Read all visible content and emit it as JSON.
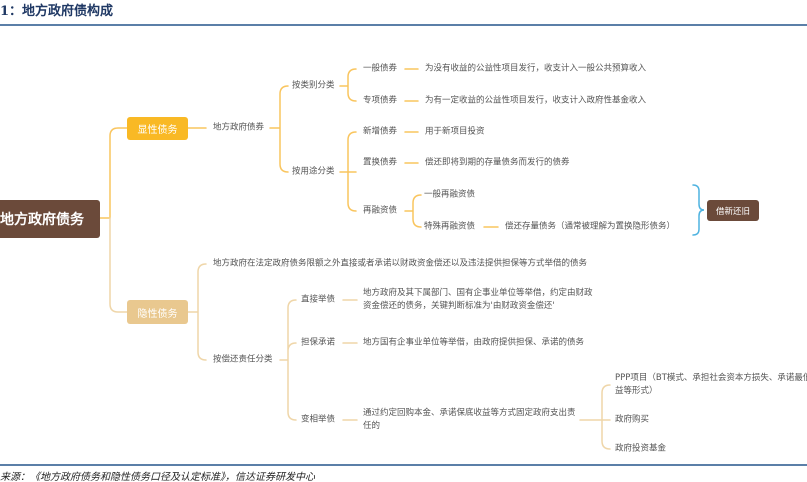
{
  "title": "1：地方政府债构成",
  "source": "来源：《地方政府债务和隐性债务口径及认定标准》，信达证券研发中心",
  "colors": {
    "root": "#6b4a3a",
    "explicit": "#f9b925",
    "implicit": "#e9c88f",
    "line_explicit": "#f9c55e",
    "line_implicit": "#efd6a9",
    "bracket_blue": "#4fb3e0"
  },
  "root": "地方政府债务",
  "explicit": {
    "label": "显性债务",
    "bond": "地方政府债券",
    "by_category": {
      "label": "按类别分类",
      "items": [
        {
          "label": "一般债券",
          "desc": "为没有收益的公益性项目发行，收支计入一般公共预算收入"
        },
        {
          "label": "专项债券",
          "desc": "为有一定收益的公益性项目发行，收支计入政府性基金收入"
        }
      ]
    },
    "by_use": {
      "label": "按用途分类",
      "items": [
        {
          "label": "新增债券",
          "desc": "用于新项目投资"
        },
        {
          "label": "置换债券",
          "desc": "偿还即将到期的存量债务而发行的债券"
        },
        {
          "label": "再融资债",
          "sub": [
            {
              "label": "一般再融资债"
            },
            {
              "label": "特殊再融资债",
              "desc": "偿还存量债务（通常被理解为置换隐形债务）"
            }
          ]
        }
      ]
    },
    "refinance_note": "借新还旧"
  },
  "implicit": {
    "label": "隐性债务",
    "definition": "地方政府在法定政府债务限额之外直接或者承诺以财政资金偿还以及违法提供担保等方式举借的债务",
    "by_responsibility": {
      "label": "按偿还责任分类",
      "items": [
        {
          "label": "直接举债",
          "desc": "地方政府及其下属部门、国有企事业单位等举借，约定由财政资金偿还的债务，关键判断标准为'由财政资金偿还'"
        },
        {
          "label": "担保承诺",
          "desc": "地方国有企事业单位等举借，由政府提供担保、承诺的债务"
        },
        {
          "label": "变相举债",
          "desc": "通过约定回购本金、承诺保底收益等方式固定政府支出责任的",
          "sub": [
            {
              "label": "PPP项目（BT模式、承担社会资本方损失、承诺最低收益等形式）"
            },
            {
              "label": "政府购买"
            },
            {
              "label": "政府投资基金"
            }
          ]
        }
      ]
    }
  }
}
